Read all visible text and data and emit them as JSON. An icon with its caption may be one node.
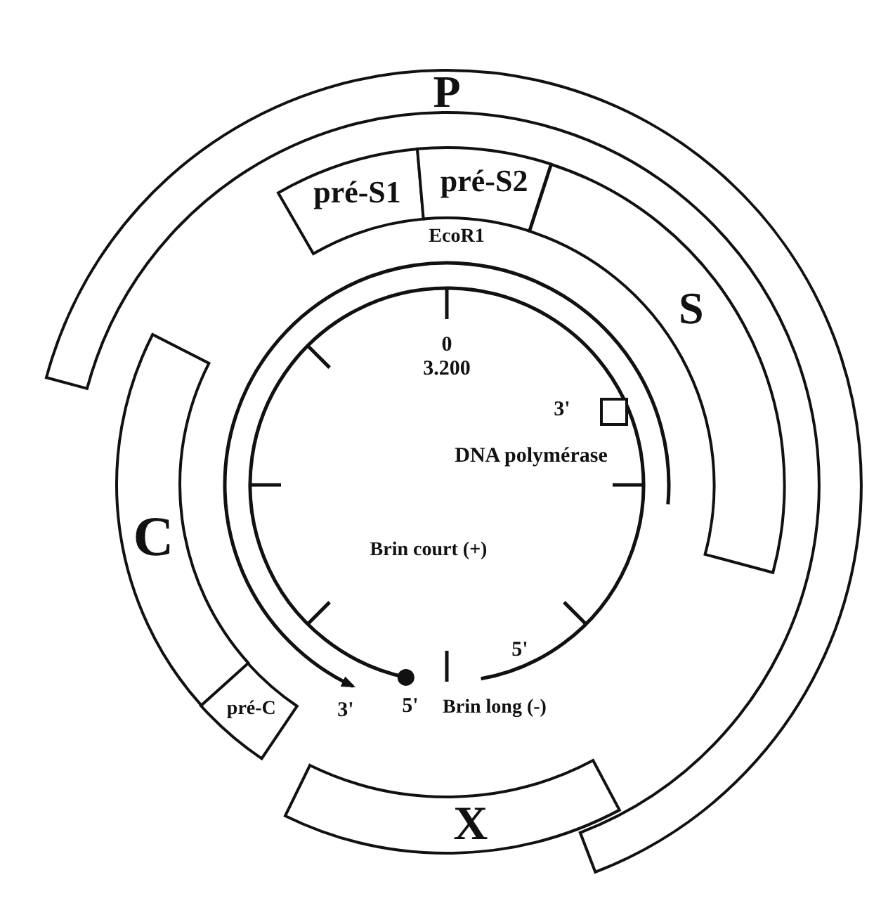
{
  "diagram": {
    "nodes": [
      {
        "text": [
          "P"
        ]
      },
      {
        "text": [
          "pré-S1"
        ]
      },
      {
        "text": [
          "pré-S2"
        ]
      },
      {
        "text": [
          "S"
        ]
      },
      {
        "text": [
          "C"
        ]
      },
      {
        "text": [
          "pré-C"
        ]
      },
      {
        "text": [
          "X"
        ]
      },
      {
        "text": [],
        "shape": "box"
      }
    ],
    "labels": [
      "EcoR1",
      "0",
      "3.200",
      "3'",
      "DNA polymérase",
      "Brin court (+)",
      "5'",
      "3'",
      "5'",
      "Brin long (-)"
    ]
  }
}
